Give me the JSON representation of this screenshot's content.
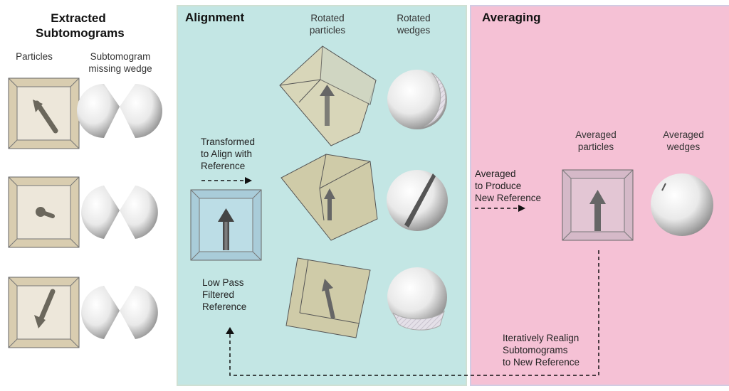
{
  "extracted": {
    "title_line1": "Extracted",
    "title_line2": "Subtomograms",
    "col_particles": "Particles",
    "col_wedge_line1": "Subtomogram",
    "col_wedge_line2": "missing wedge"
  },
  "alignment": {
    "title": "Alignment",
    "col_particles_line1": "Rotated",
    "col_particles_line2": "particles",
    "col_wedges_line1": "Rotated",
    "col_wedges_line2": "wedges",
    "transform_line1": "Transformed",
    "transform_line2": "to Align with",
    "transform_line3": "Reference",
    "reference_line1": "Low Pass",
    "reference_line2": "Filtered",
    "reference_line3": "Reference"
  },
  "averaging": {
    "title": "Averaging",
    "produce_line1": "Averaged",
    "produce_line2": "to Produce",
    "produce_line3": "New Reference",
    "col_particles_line1": "Averaged",
    "col_particles_line2": "particles",
    "col_wedges_line1": "Averaged",
    "col_wedges_line2": "wedges",
    "iterate_line1": "Iteratively Realign",
    "iterate_line2": "Subtomograms",
    "iterate_line3": "to New Reference"
  },
  "colors": {
    "alignment_bg": "#c3e6e4",
    "averaging_bg": "#f5c1d5",
    "particle_box": "#e0d6bf",
    "reference_box": "#b9d9e4",
    "rotated_box": "#cfcba8",
    "averaged_box": "#ddbfd0"
  }
}
